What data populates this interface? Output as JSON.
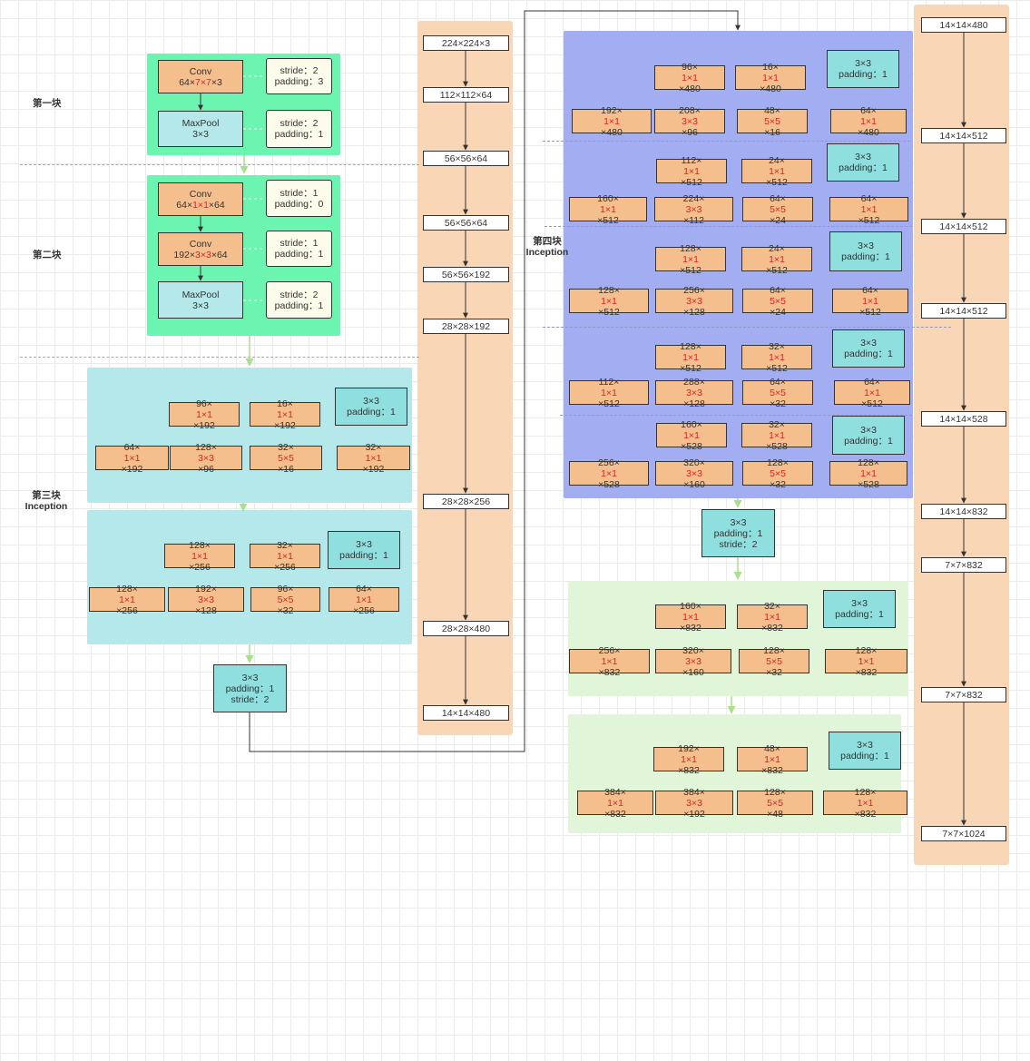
{
  "block_labels": {
    "b1": "第一块",
    "b2": "第二块",
    "b3_line1": "第三块",
    "b3_line2": "Inception",
    "b4_line1": "第四块",
    "b4_line2": "Inception"
  },
  "block1": {
    "conv_title": "Conv",
    "conv_spec": [
      {
        "t": "64×"
      },
      {
        "t": "7×7",
        "r": true
      },
      {
        "t": "×3"
      }
    ],
    "conv_params": [
      "stride：2",
      "padding：3"
    ],
    "pool_title": "MaxPool",
    "pool_size": "3×3",
    "pool_params": [
      "stride：2",
      "padding：1"
    ]
  },
  "block2": {
    "conv1_title": "Conv",
    "conv1_spec": [
      {
        "t": "64×"
      },
      {
        "t": "1×1",
        "r": true
      },
      {
        "t": "×64"
      }
    ],
    "conv1_params": [
      "stride：1",
      "padding：0"
    ],
    "conv2_title": "Conv",
    "conv2_spec": [
      {
        "t": "192×"
      },
      {
        "t": "3×3",
        "r": true
      },
      {
        "t": "×64"
      }
    ],
    "conv2_params": [
      "stride：1",
      "padding：1"
    ],
    "pool_title": "MaxPool",
    "pool_size": "3×3",
    "pool_params": [
      "stride：2",
      "padding：1"
    ]
  },
  "inceptions": [
    {
      "top": [
        [
          {
            "t": "96×"
          },
          {
            "t": "1×1",
            "r": true
          },
          {
            "t": "×192"
          }
        ],
        [
          {
            "t": "16×"
          },
          {
            "t": "1×1",
            "r": true
          },
          {
            "t": "×192"
          }
        ]
      ],
      "pool": [
        "3×3",
        "padding：1"
      ],
      "bottom": [
        [
          {
            "t": "64×"
          },
          {
            "t": "1×1",
            "r": true
          },
          {
            "t": "×192"
          }
        ],
        [
          {
            "t": "128×"
          },
          {
            "t": "3×3",
            "r": true
          },
          {
            "t": "×96"
          }
        ],
        [
          {
            "t": "32×"
          },
          {
            "t": "5×5",
            "r": true
          },
          {
            "t": "×16"
          }
        ],
        [
          {
            "t": "32×"
          },
          {
            "t": "1×1",
            "r": true
          },
          {
            "t": "×192"
          }
        ]
      ]
    },
    {
      "top": [
        [
          {
            "t": "128×"
          },
          {
            "t": "1×1",
            "r": true
          },
          {
            "t": "×256"
          }
        ],
        [
          {
            "t": "32×"
          },
          {
            "t": "1×1",
            "r": true
          },
          {
            "t": "×256"
          }
        ]
      ],
      "pool": [
        "3×3",
        "padding：1"
      ],
      "bottom": [
        [
          {
            "t": "128×"
          },
          {
            "t": "1×1",
            "r": true
          },
          {
            "t": "×256"
          }
        ],
        [
          {
            "t": "192×"
          },
          {
            "t": "3×3",
            "r": true
          },
          {
            "t": "×128"
          }
        ],
        [
          {
            "t": "96×"
          },
          {
            "t": "5×5",
            "r": true
          },
          {
            "t": "×32"
          }
        ],
        [
          {
            "t": "64×"
          },
          {
            "t": "1×1",
            "r": true
          },
          {
            "t": "×256"
          }
        ]
      ]
    },
    {
      "top": [
        [
          {
            "t": "96×"
          },
          {
            "t": "1×1",
            "r": true
          },
          {
            "t": "×480"
          }
        ],
        [
          {
            "t": "16×"
          },
          {
            "t": "1×1",
            "r": true
          },
          {
            "t": "×480"
          }
        ]
      ],
      "pool": [
        "3×3",
        "padding：1"
      ],
      "bottom": [
        [
          {
            "t": "192×"
          },
          {
            "t": "1×1",
            "r": true
          },
          {
            "t": "×480"
          }
        ],
        [
          {
            "t": "208×"
          },
          {
            "t": "3×3",
            "r": true
          },
          {
            "t": "×96"
          }
        ],
        [
          {
            "t": "48×"
          },
          {
            "t": "5×5",
            "r": true
          },
          {
            "t": "×16"
          }
        ],
        [
          {
            "t": "64×"
          },
          {
            "t": "1×1",
            "r": true
          },
          {
            "t": "×480"
          }
        ]
      ]
    },
    {
      "top": [
        [
          {
            "t": "112×"
          },
          {
            "t": "1×1",
            "r": true
          },
          {
            "t": "×512"
          }
        ],
        [
          {
            "t": "24×"
          },
          {
            "t": "1×1",
            "r": true
          },
          {
            "t": "×512"
          }
        ]
      ],
      "pool": [
        "3×3",
        "padding：1"
      ],
      "bottom": [
        [
          {
            "t": "160×"
          },
          {
            "t": "1×1",
            "r": true
          },
          {
            "t": "×512"
          }
        ],
        [
          {
            "t": "224×"
          },
          {
            "t": "3×3",
            "r": true
          },
          {
            "t": "×112"
          }
        ],
        [
          {
            "t": "64×"
          },
          {
            "t": "5×5",
            "r": true
          },
          {
            "t": "×24"
          }
        ],
        [
          {
            "t": "64×"
          },
          {
            "t": "1×1",
            "r": true
          },
          {
            "t": "×512"
          }
        ]
      ]
    },
    {
      "top": [
        [
          {
            "t": "128×"
          },
          {
            "t": "1×1",
            "r": true
          },
          {
            "t": "×512"
          }
        ],
        [
          {
            "t": "24×"
          },
          {
            "t": "1×1",
            "r": true
          },
          {
            "t": "×512"
          }
        ]
      ],
      "pool": [
        "3×3",
        "padding：1"
      ],
      "bottom": [
        [
          {
            "t": "128×"
          },
          {
            "t": "1×1",
            "r": true
          },
          {
            "t": "×512"
          }
        ],
        [
          {
            "t": "256×"
          },
          {
            "t": "3×3",
            "r": true
          },
          {
            "t": "×128"
          }
        ],
        [
          {
            "t": "64×"
          },
          {
            "t": "5×5",
            "r": true
          },
          {
            "t": "×24"
          }
        ],
        [
          {
            "t": "64×"
          },
          {
            "t": "1×1",
            "r": true
          },
          {
            "t": "×512"
          }
        ]
      ]
    },
    {
      "top": [
        [
          {
            "t": "128×"
          },
          {
            "t": "1×1",
            "r": true
          },
          {
            "t": "×512"
          }
        ],
        [
          {
            "t": "32×"
          },
          {
            "t": "1×1",
            "r": true
          },
          {
            "t": "×512"
          }
        ]
      ],
      "pool": [
        "3×3",
        "padding：1"
      ],
      "bottom": [
        [
          {
            "t": "112×"
          },
          {
            "t": "1×1",
            "r": true
          },
          {
            "t": "×512"
          }
        ],
        [
          {
            "t": "288×"
          },
          {
            "t": "3×3",
            "r": true
          },
          {
            "t": "×128"
          }
        ],
        [
          {
            "t": "64×"
          },
          {
            "t": "5×5",
            "r": true
          },
          {
            "t": "×32"
          }
        ],
        [
          {
            "t": "64×"
          },
          {
            "t": "1×1",
            "r": true
          },
          {
            "t": "×512"
          }
        ]
      ]
    },
    {
      "top": [
        [
          {
            "t": "160×"
          },
          {
            "t": "1×1",
            "r": true
          },
          {
            "t": "×528"
          }
        ],
        [
          {
            "t": "32×"
          },
          {
            "t": "1×1",
            "r": true
          },
          {
            "t": "×528"
          }
        ]
      ],
      "pool": [
        "3×3",
        "padding：1"
      ],
      "bottom": [
        [
          {
            "t": "256×"
          },
          {
            "t": "1×1",
            "r": true
          },
          {
            "t": "×528"
          }
        ],
        [
          {
            "t": "320×"
          },
          {
            "t": "3×3",
            "r": true
          },
          {
            "t": "×160"
          }
        ],
        [
          {
            "t": "128×"
          },
          {
            "t": "5×5",
            "r": true
          },
          {
            "t": "×32"
          }
        ],
        [
          {
            "t": "128×"
          },
          {
            "t": "1×1",
            "r": true
          },
          {
            "t": "×528"
          }
        ]
      ]
    },
    {
      "top": [
        [
          {
            "t": "160×"
          },
          {
            "t": "1×1",
            "r": true
          },
          {
            "t": "×832"
          }
        ],
        [
          {
            "t": "32×"
          },
          {
            "t": "1×1",
            "r": true
          },
          {
            "t": "×832"
          }
        ]
      ],
      "pool": [
        "3×3",
        "padding：1"
      ],
      "bottom": [
        [
          {
            "t": "256×"
          },
          {
            "t": "1×1",
            "r": true
          },
          {
            "t": "×832"
          }
        ],
        [
          {
            "t": "320×"
          },
          {
            "t": "3×3",
            "r": true
          },
          {
            "t": "×160"
          }
        ],
        [
          {
            "t": "128×"
          },
          {
            "t": "5×5",
            "r": true
          },
          {
            "t": "×32"
          }
        ],
        [
          {
            "t": "128×"
          },
          {
            "t": "1×1",
            "r": true
          },
          {
            "t": "×832"
          }
        ]
      ]
    },
    {
      "top": [
        [
          {
            "t": "192×"
          },
          {
            "t": "1×1",
            "r": true
          },
          {
            "t": "×832"
          }
        ],
        [
          {
            "t": "48×"
          },
          {
            "t": "1×1",
            "r": true
          },
          {
            "t": "×832"
          }
        ]
      ],
      "pool": [
        "3×3",
        "padding：1"
      ],
      "bottom": [
        [
          {
            "t": "384×"
          },
          {
            "t": "1×1",
            "r": true
          },
          {
            "t": "×832"
          }
        ],
        [
          {
            "t": "384×"
          },
          {
            "t": "3×3",
            "r": true
          },
          {
            "t": "×192"
          }
        ],
        [
          {
            "t": "128×"
          },
          {
            "t": "5×5",
            "r": true
          },
          {
            "t": "×48"
          }
        ],
        [
          {
            "t": "128×"
          },
          {
            "t": "1×1",
            "r": true
          },
          {
            "t": "×832"
          }
        ]
      ]
    }
  ],
  "pool_after_b3": [
    "3×3",
    "padding：1",
    "stride：2"
  ],
  "pool_after_b4": [
    "3×3",
    "padding：1",
    "stride：2"
  ],
  "shapes_col1": [
    "224×224×3",
    "112×112×64",
    "56×56×64",
    "56×56×64",
    "56×56×192",
    "28×28×192",
    "28×28×256",
    "28×28×480",
    "14×14×480"
  ],
  "shapes_col2": [
    "14×14×480",
    "14×14×512",
    "14×14×512",
    "14×14×512",
    "14×14×528",
    "14×14×832",
    "7×7×832",
    "7×7×832",
    "7×7×1024"
  ],
  "colors": {
    "stem": "#6bf5b0",
    "block3": "#b5e8ea",
    "block4": "#a3aef2",
    "block5": "#e1f5d8",
    "shape_column": "#f8d6b6",
    "conv_box": "#f4bf8d",
    "pool_box": "#8fdfdf",
    "kernel_highlight": "#e02020"
  }
}
